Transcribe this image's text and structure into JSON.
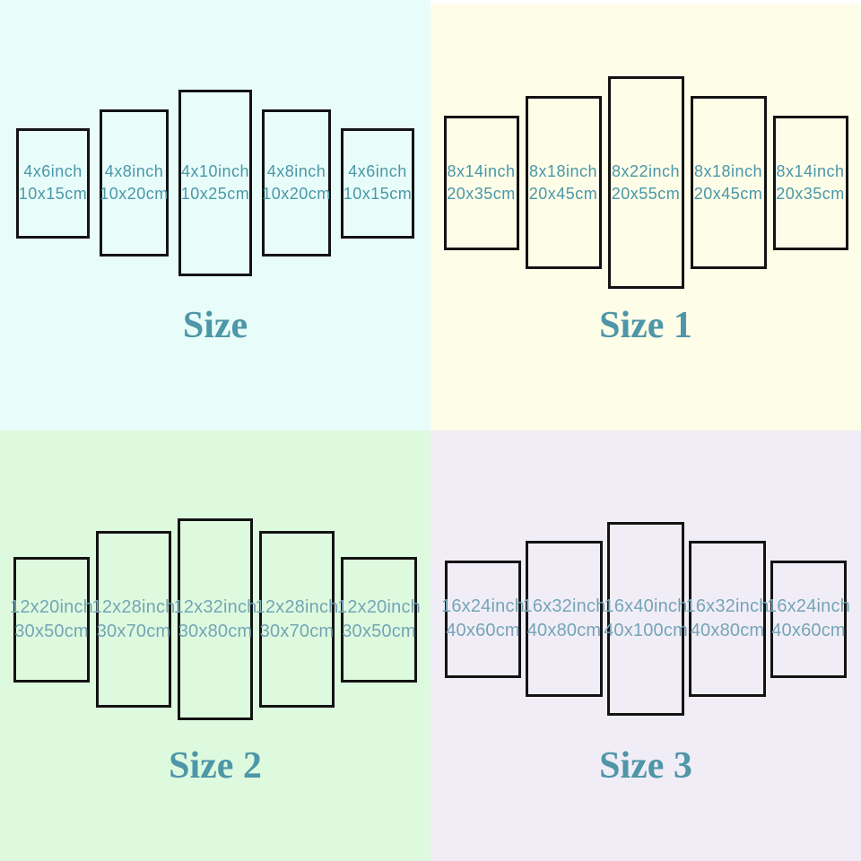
{
  "colors": {
    "panel_border": "#131313",
    "title_text": "#4e96a8",
    "label_text_top_quadrants": "#4a97a9",
    "label_text_bottom_quadrants": "#74a5b7",
    "top_strip": "#ffffff"
  },
  "quadrants": [
    {
      "title": "Size",
      "bg": "#e8fdfa",
      "panels": [
        {
          "inch": "4x6inch",
          "cm": "10x15cm"
        },
        {
          "inch": "4x8inch",
          "cm": "10x20cm"
        },
        {
          "inch": "4x10inch",
          "cm": "10x25cm"
        },
        {
          "inch": "4x8inch",
          "cm": "10x20cm"
        },
        {
          "inch": "4x6inch",
          "cm": "10x15cm"
        }
      ]
    },
    {
      "title": "Size 1",
      "bg": "#fdfde8",
      "panels": [
        {
          "inch": "8x14inch",
          "cm": "20x35cm"
        },
        {
          "inch": "8x18inch",
          "cm": "20x45cm"
        },
        {
          "inch": "8x22inch",
          "cm": "20x55cm"
        },
        {
          "inch": "8x18inch",
          "cm": "20x45cm"
        },
        {
          "inch": "8x14inch",
          "cm": "20x35cm"
        }
      ]
    },
    {
      "title": "Size 2",
      "bg": "#defade",
      "panels": [
        {
          "inch": "12x20inch",
          "cm": "30x50cm"
        },
        {
          "inch": "12x28inch",
          "cm": "30x70cm"
        },
        {
          "inch": "12x32inch",
          "cm": "30x80cm"
        },
        {
          "inch": "12x28inch",
          "cm": "30x70cm"
        },
        {
          "inch": "12x20inch",
          "cm": "30x50cm"
        }
      ]
    },
    {
      "title": "Size 3",
      "bg": "#f1edf7",
      "panels": [
        {
          "inch": "16x24inch",
          "cm": "40x60cm"
        },
        {
          "inch": "16x32inch",
          "cm": "40x80cm"
        },
        {
          "inch": "16x40inch",
          "cm": "40x100cm"
        },
        {
          "inch": "16x32inch",
          "cm": "40x80cm"
        },
        {
          "inch": "16x24inch",
          "cm": "40x60cm"
        }
      ]
    }
  ]
}
